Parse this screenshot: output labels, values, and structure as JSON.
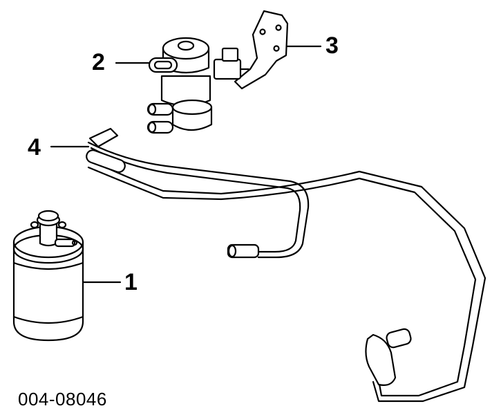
{
  "callouts": {
    "one": "1",
    "two": "2",
    "three": "3",
    "four": "4"
  },
  "figure_code": "004-08046"
}
